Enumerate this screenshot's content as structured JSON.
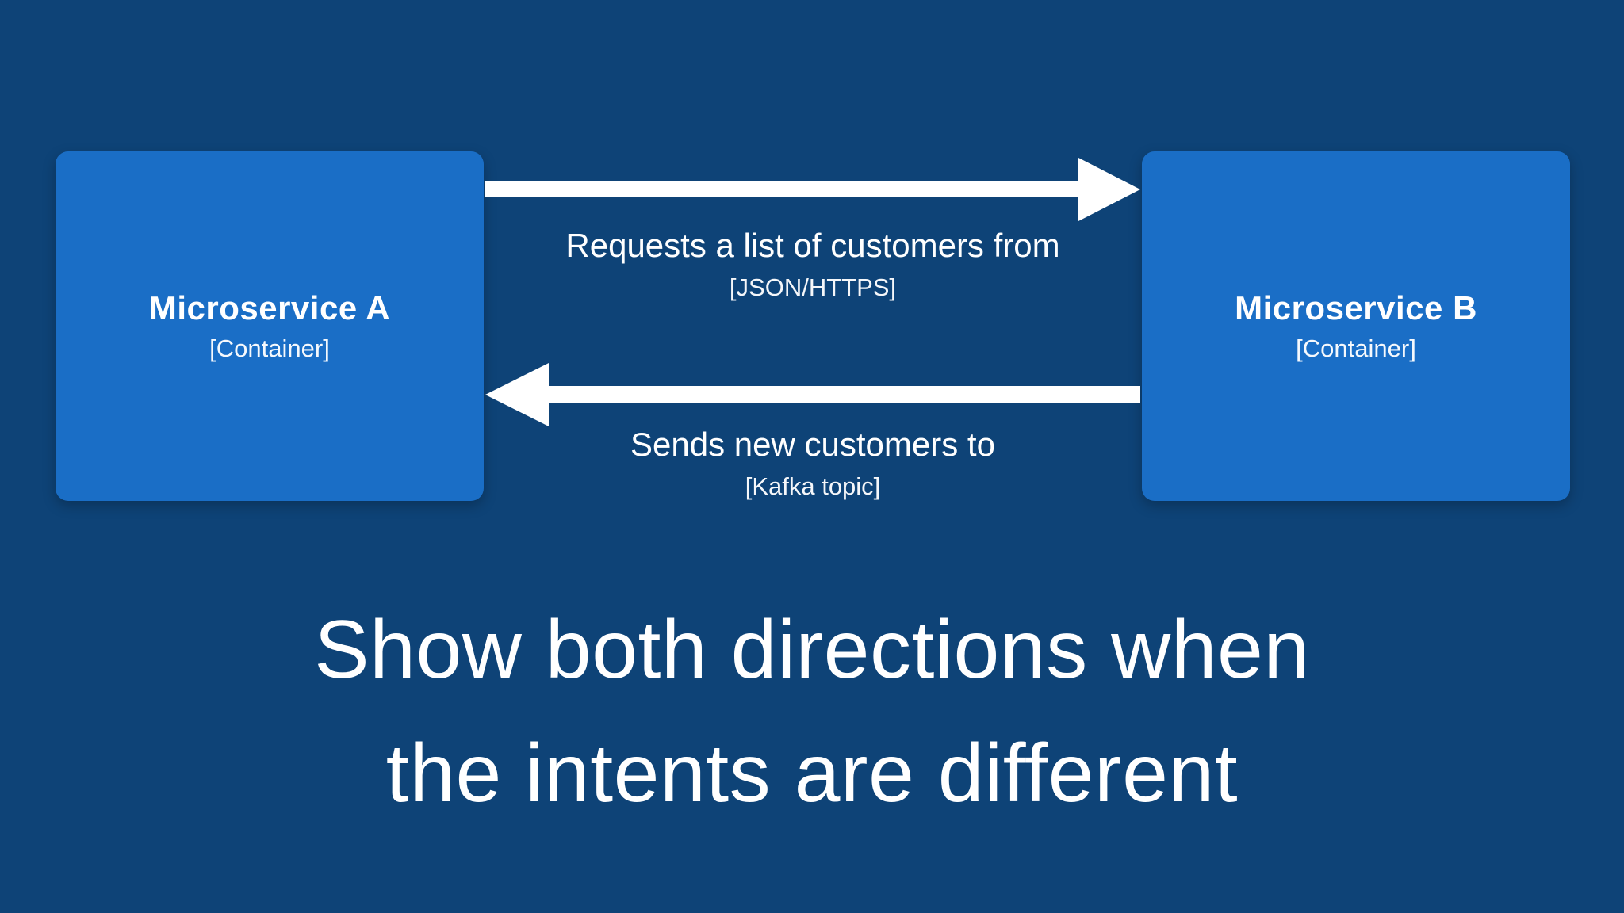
{
  "colors": {
    "background": "#0e4377",
    "box": "#1a6ec6",
    "arrow": "#ffffff",
    "text": "#ffffff"
  },
  "diagram": {
    "nodes": [
      {
        "title": "Microservice A",
        "subtitle": "[Container]"
      },
      {
        "title": "Microservice B",
        "subtitle": "[Container]"
      }
    ],
    "relationships": [
      {
        "from": "Microservice A",
        "to": "Microservice B",
        "direction": "right",
        "label": "Requests a list of customers from",
        "technology": "[JSON/HTTPS]"
      },
      {
        "from": "Microservice B",
        "to": "Microservice A",
        "direction": "left",
        "label": "Sends new customers to",
        "technology": "[Kafka topic]"
      }
    ]
  },
  "caption": {
    "line1": "Show both directions when",
    "line2": "the intents are different"
  }
}
